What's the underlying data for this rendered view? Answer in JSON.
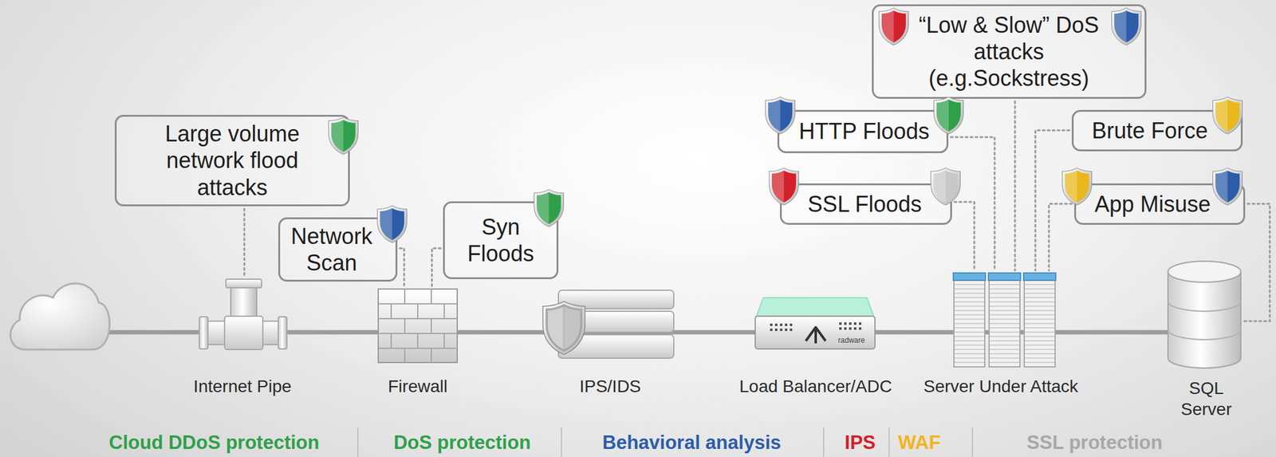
{
  "diagram": {
    "nodes": [
      {
        "text": [
          "Large volume network flood attacks"
        ]
      },
      {
        "text": [
          "Network Scan"
        ]
      },
      {
        "text": [
          "Syn Floods"
        ]
      },
      {
        "text": [
          "“Low & Slow” DoS attacks (e.g.Sockstress)"
        ]
      },
      {
        "text": [
          "HTTP Floods"
        ]
      },
      {
        "text": [
          "Brute Force"
        ]
      },
      {
        "text": [
          "SSL Floods"
        ]
      },
      {
        "text": [
          "App Misuse"
        ]
      }
    ],
    "labels": [
      "Internet Pipe",
      "Firewall",
      "IPS/IDS",
      "radware",
      "Load Balancer/ADC",
      "Server Under Attack",
      "SQL Server"
    ],
    "legend": [
      {
        "text": "Cloud DDoS protection",
        "color": "#2fa04a"
      },
      {
        "text": "DoS protection",
        "color": "#2fa04a"
      },
      {
        "text": "Behavioral analysis",
        "color": "#2d5da8"
      },
      {
        "text": "IPS",
        "color": "#d3202a"
      },
      {
        "text": "WAF",
        "color": "#f4b321"
      },
      {
        "text": "SSL protection",
        "color": "#a8a8a8"
      }
    ]
  }
}
